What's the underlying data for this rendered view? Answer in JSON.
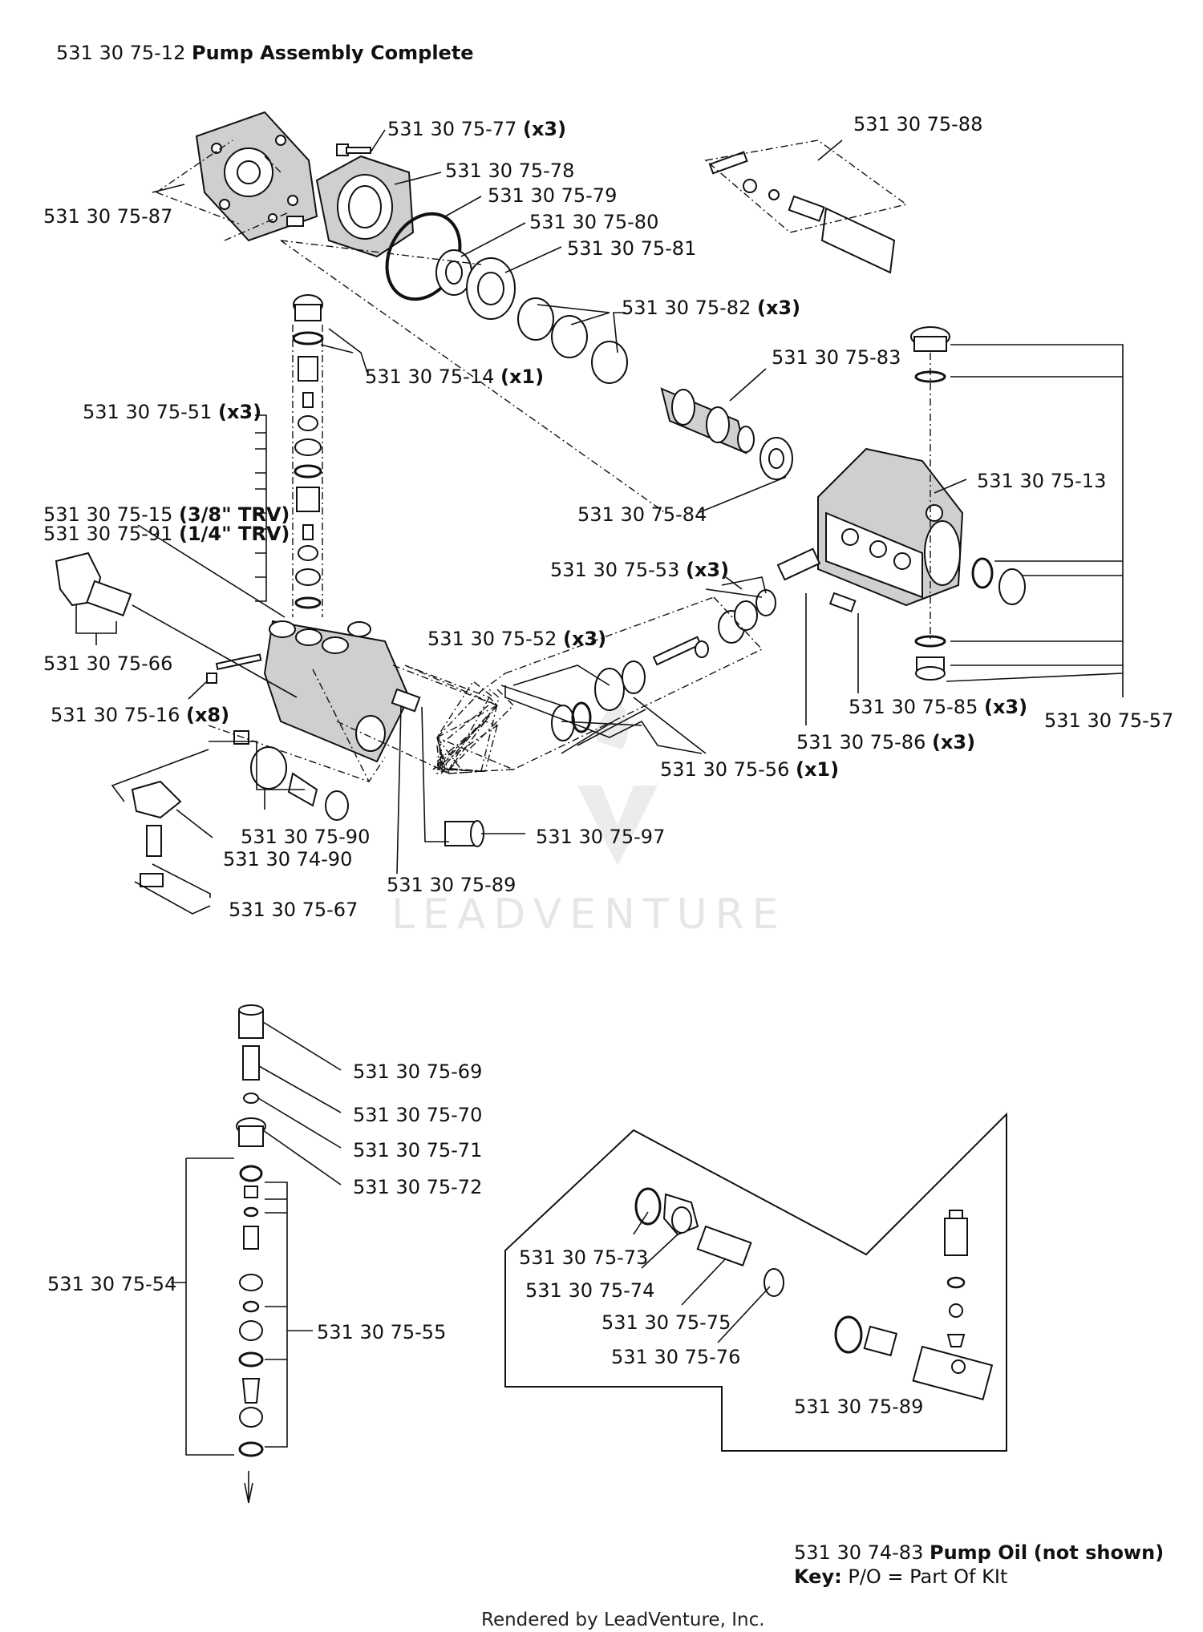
{
  "title": {
    "part": "531 30 75-12",
    "name": "Pump Assembly Complete"
  },
  "labels": [
    {
      "id": "l77",
      "part": "531 30 75-77",
      "suffix": "(x3)"
    },
    {
      "id": "l78",
      "part": "531 30 75-78",
      "suffix": ""
    },
    {
      "id": "l79",
      "part": "531 30 75-79",
      "suffix": ""
    },
    {
      "id": "l80",
      "part": "531 30 75-80",
      "suffix": ""
    },
    {
      "id": "l81",
      "part": "531 30 75-81",
      "suffix": ""
    },
    {
      "id": "l87",
      "part": "531 30 75-87",
      "suffix": ""
    },
    {
      "id": "l88",
      "part": "531 30 75-88",
      "suffix": ""
    },
    {
      "id": "l82",
      "part": "531 30 75-82",
      "suffix": "(x3)"
    },
    {
      "id": "l14",
      "part": "531 30 75-14",
      "suffix": "(x1)"
    },
    {
      "id": "l83",
      "part": "531 30 75-83",
      "suffix": ""
    },
    {
      "id": "l51",
      "part": "531 30 75-51",
      "suffix": "(x3)"
    },
    {
      "id": "l13",
      "part": "531 30 75-13",
      "suffix": ""
    },
    {
      "id": "l84",
      "part": "531 30 75-84",
      "suffix": ""
    },
    {
      "id": "l15",
      "part": "531 30 75-15",
      "suffix": "(3/8\" TRV)"
    },
    {
      "id": "l91",
      "part": "531 30 75-91",
      "suffix": "(1/4\" TRV)"
    },
    {
      "id": "l53",
      "part": "531 30 75-53",
      "suffix": "(x3)"
    },
    {
      "id": "l66",
      "part": "531 30 75-66",
      "suffix": ""
    },
    {
      "id": "l52",
      "part": "531 30 75-52",
      "suffix": "(x3)"
    },
    {
      "id": "l16",
      "part": "531 30 75-16",
      "suffix": "(x8)"
    },
    {
      "id": "l85",
      "part": "531 30 75-85",
      "suffix": "(x3)"
    },
    {
      "id": "l57",
      "part": "531 30 75-57",
      "suffix": ""
    },
    {
      "id": "l86",
      "part": "531 30 75-86",
      "suffix": "(x3)"
    },
    {
      "id": "l56",
      "part": "531 30 75-56",
      "suffix": "(x1)"
    },
    {
      "id": "l90",
      "part": "531 30 75-90",
      "suffix": ""
    },
    {
      "id": "l7490",
      "part": "531 30 74-90",
      "suffix": ""
    },
    {
      "id": "l97",
      "part": "531 30 75-97",
      "suffix": ""
    },
    {
      "id": "l89a",
      "part": "531 30 75-89",
      "suffix": ""
    },
    {
      "id": "l67",
      "part": "531 30 75-67",
      "suffix": ""
    },
    {
      "id": "l69",
      "part": "531 30 75-69",
      "suffix": ""
    },
    {
      "id": "l70",
      "part": "531 30 75-70",
      "suffix": ""
    },
    {
      "id": "l71",
      "part": "531 30 75-71",
      "suffix": ""
    },
    {
      "id": "l72",
      "part": "531 30 75-72",
      "suffix": ""
    },
    {
      "id": "l54",
      "part": "531 30 75-54",
      "suffix": ""
    },
    {
      "id": "l55",
      "part": "531 30 75-55",
      "suffix": ""
    },
    {
      "id": "l73",
      "part": "531 30 75-73",
      "suffix": ""
    },
    {
      "id": "l74",
      "part": "531 30 75-74",
      "suffix": ""
    },
    {
      "id": "l75",
      "part": "531 30 75-75",
      "suffix": ""
    },
    {
      "id": "l76",
      "part": "531 30 75-76",
      "suffix": ""
    },
    {
      "id": "l89b",
      "part": "531 30 75-89",
      "suffix": ""
    }
  ],
  "notes": {
    "oil_part": "531 30 74-83",
    "oil_name": "Pump Oil",
    "oil_suffix": "(not shown)",
    "key_label": "Key:",
    "key_text": "P/O = Part Of KIt"
  },
  "footer": "Rendered by LeadVenture, Inc.",
  "watermark": "LEADVENTURE"
}
